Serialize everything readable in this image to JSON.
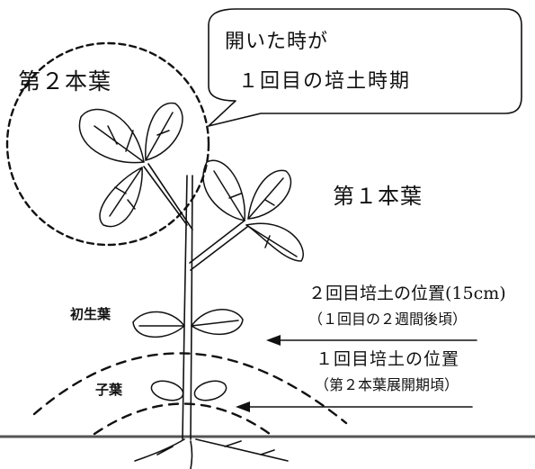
{
  "labels": {
    "second_true_leaf": "第２本葉",
    "first_true_leaf": "第１本葉",
    "primary_leaf": "初生葉",
    "cotyledon": "子葉"
  },
  "callout": {
    "line1": "開いた時が",
    "line2": "１回目の培土時期"
  },
  "ridging": {
    "second": {
      "title": "２回目培土の位置(15cm)",
      "note": "（１回目の２週間後頃）"
    },
    "first": {
      "title": "１回目培土の位置",
      "note": "（第２本葉展開期頃）"
    }
  },
  "colors": {
    "ink": "#111111",
    "soil_line": "#555555",
    "background": "#ffffff"
  }
}
